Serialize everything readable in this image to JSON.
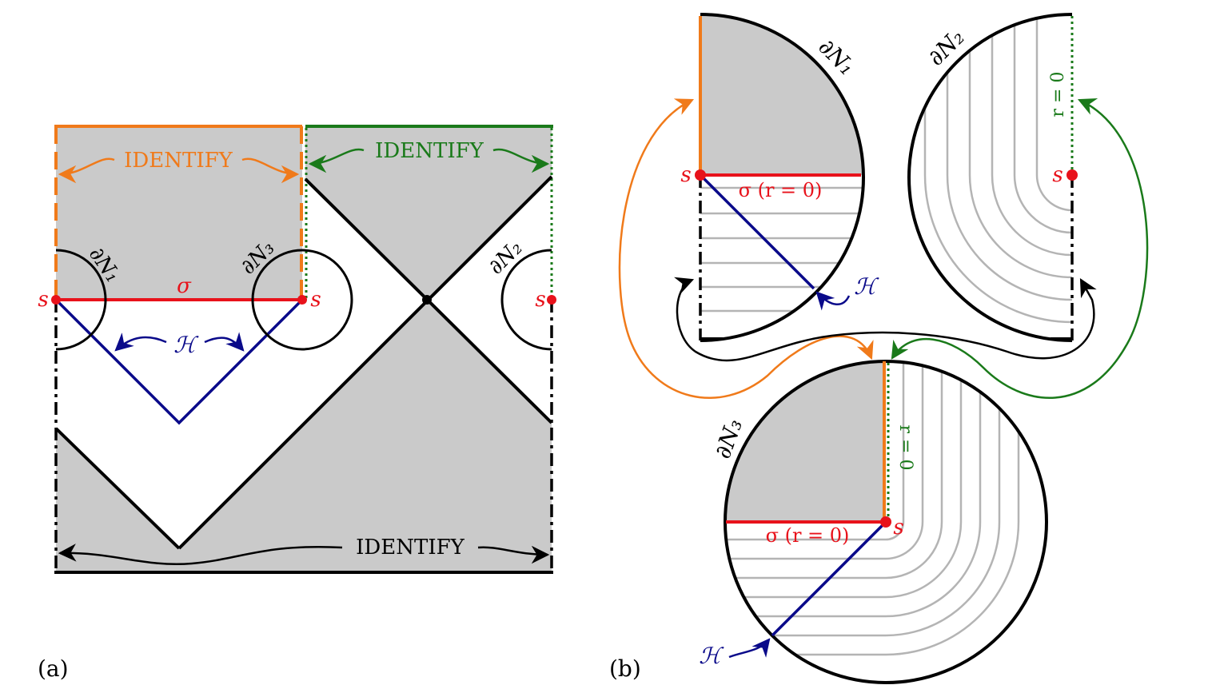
{
  "colors": {
    "orange": "#f07a1a",
    "green": "#1a7a1a",
    "red": "#e8121b",
    "navy": "#0a0a8a",
    "gray_fill": "#cacaca",
    "gray_line": "#b4b4b4",
    "black": "#000000"
  },
  "panel_a": {
    "label": "(a)",
    "identify_orange": "IDENTIFY",
    "identify_green": "IDENTIFY",
    "identify_black": "IDENTIFY",
    "dN1": "∂N₁",
    "dN2": "∂N₂",
    "dN3": "∂N₃",
    "sigma": "σ",
    "horizon": "ℋ",
    "s_left": "s",
    "s_mid": "s",
    "s_right": "s"
  },
  "panel_b": {
    "label": "(b)",
    "dN1": "∂N₁",
    "dN2": "∂N₂",
    "dN3": "∂N₃",
    "sigma_r0_top": "σ (r = 0)",
    "sigma_r0_bottom": "σ (r = 0)",
    "r0_N2": "r = 0",
    "r0_N3": "r = 0",
    "horizon_top": "ℋ",
    "horizon_bottom": "ℋ",
    "s_N1": "s",
    "s_N2": "s",
    "s_N3": "s"
  }
}
